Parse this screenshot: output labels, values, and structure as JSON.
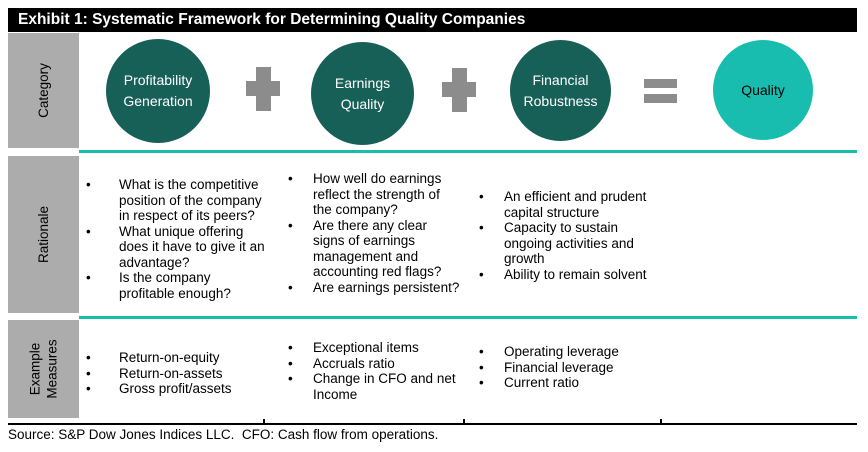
{
  "colors": {
    "header_bg": "#000000",
    "header_text": "#FFFFFF",
    "dark_teal": "#176058",
    "light_teal": "#18BDB0",
    "label_gray": "#ACACAC",
    "operator_gray": "#8C8C8C",
    "divider_teal": "#18BDB0",
    "text_black": "#000000"
  },
  "bullet_glyph": "•",
  "header": {
    "title": "Exhibit 1: Systematic Framework for Determining Quality Companies"
  },
  "category_row": {
    "label": "Category",
    "circles": [
      {
        "label": "Profitability\nGeneration",
        "style": "dark"
      },
      {
        "label": "Earnings\nQuality",
        "style": "dark"
      },
      {
        "label": "Financial\nRobustness",
        "style": "dark"
      },
      {
        "label": "Quality",
        "style": "light"
      }
    ],
    "operators": [
      {
        "symbol": "plus"
      },
      {
        "symbol": "plus"
      },
      {
        "symbol": "equals"
      }
    ]
  },
  "rationale_row": {
    "label": "Rationale",
    "columns": [
      {
        "items": [
          "What is the competitive\nposition of the company\nin respect of its peers?",
          "What unique offering\ndoes it have to give it an\nadvantage?",
          "Is the company\nprofitable enough?"
        ]
      },
      {
        "items": [
          "How well do earnings\nreflect the strength of\nthe company?",
          "Are there any clear\nsigns of earnings\nmanagement and\naccounting red flags?",
          "Are earnings persistent?"
        ]
      },
      {
        "items": [
          "An efficient and prudent\ncapital structure",
          "Capacity to sustain\nongoing activities and\ngrowth",
          "Ability to remain solvent"
        ]
      }
    ]
  },
  "measures_row": {
    "label": "Example\nMeasures",
    "columns": [
      {
        "items": [
          "Return-on-equity",
          "Return-on-assets",
          "Gross profit/assets"
        ]
      },
      {
        "items": [
          "Exceptional items",
          "Accruals ratio",
          "Change in CFO and net\nIncome"
        ]
      },
      {
        "items": [
          "Operating leverage",
          "Financial leverage",
          "Current ratio"
        ]
      }
    ]
  },
  "footer": {
    "source": "Source: S&P Dow Jones Indices LLC.  CFO: Cash flow from operations."
  }
}
